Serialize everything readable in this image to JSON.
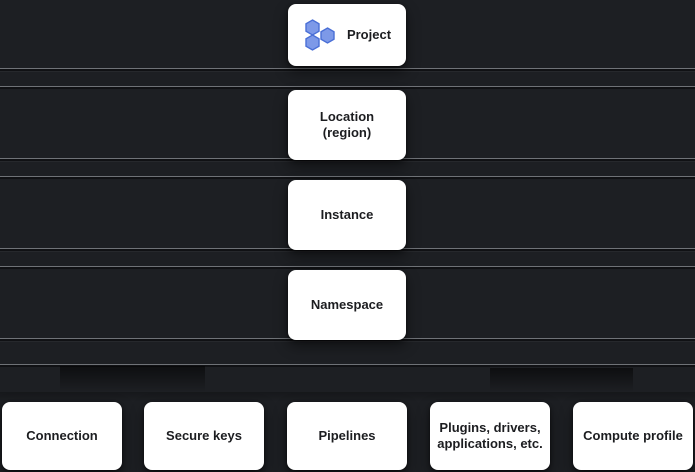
{
  "diagram": {
    "background_color": "#1d1f23",
    "node_fill": "#ffffff",
    "node_text_color": "#1c1d20",
    "icon_color": "#6a8ae0",
    "icon_color_dark": "#4a6fd6",
    "hierarchy": [
      {
        "id": "project",
        "label": "Project",
        "icon": "hexagon-cluster-icon"
      },
      {
        "id": "location",
        "label": "Location\n(region)",
        "icon": null
      },
      {
        "id": "instance",
        "label": "Instance",
        "icon": null
      },
      {
        "id": "namespace",
        "label": "Namespace",
        "icon": null
      }
    ],
    "children": [
      {
        "id": "connection",
        "label": "Connection"
      },
      {
        "id": "secure-keys",
        "label": "Secure keys"
      },
      {
        "id": "pipelines",
        "label": "Pipelines"
      },
      {
        "id": "plugins",
        "label": "Plugins, drivers,\napplications, etc."
      },
      {
        "id": "compute-profile",
        "label": "Compute profile"
      }
    ]
  }
}
